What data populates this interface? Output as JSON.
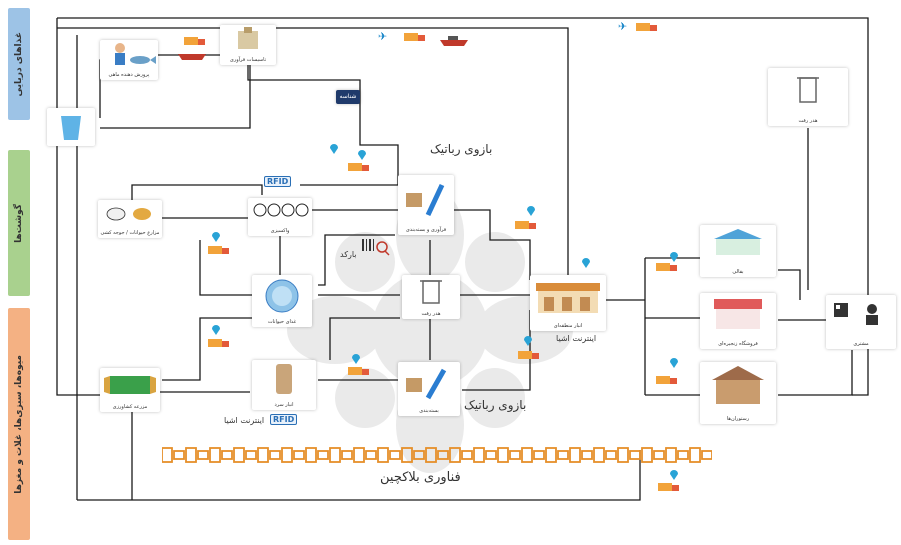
{
  "bands": [
    {
      "label": "غذاهای دریایی",
      "color": "#9dc3e6"
    },
    {
      "label": "گوشت‌ها",
      "color": "#a9d18e"
    },
    {
      "label": "میوه‌ها، سبزی‌ها، غلات و مغزها",
      "color": "#f4b183"
    }
  ],
  "labels": {
    "robotics_top": "بازوی رباتیک",
    "robotics_bottom": "بازوی رباتیک",
    "iot_center": "اینترنت اشیا",
    "iot_left": "اینترنت اشیا",
    "blockchain": "فناوری بلاکچین",
    "barcode": "بارکد",
    "cloud": "شناسه"
  },
  "nodes": {
    "fishing": "پرورش دهنده ماهی",
    "seafood_processing": "تاسیسات فرآوری",
    "water_tank": "",
    "livestock_farm": "مزارع حیوانات / جوجه کشی",
    "vaccines": "واکسیزی",
    "processing_packing": "فرآوری و بسته‌بندی",
    "animal_feed": "غذای حیوانات",
    "waste_center": "هدر رفت",
    "distribution_center": "انبار منطقه‌ای",
    "farm": "مزرعه کشاورزی",
    "cold_storage": "انبار سرد",
    "packing_bottom": "بسته‌بندی",
    "retail": "بقالی",
    "chain_store": "فروشگاه زنجیره‌ای",
    "restaurants": "رستوران‌ها",
    "waste_top": "هدر رفت",
    "customer": "مشتری"
  },
  "rfid_label": "RFID",
  "colors": {
    "line": "#1a1a1a",
    "chain": "#e58f2a",
    "watermark": "#d9d9d9",
    "pin": "#29a3d6",
    "truck_body": "#f2a33a",
    "truck_cab": "#e35a3a"
  }
}
